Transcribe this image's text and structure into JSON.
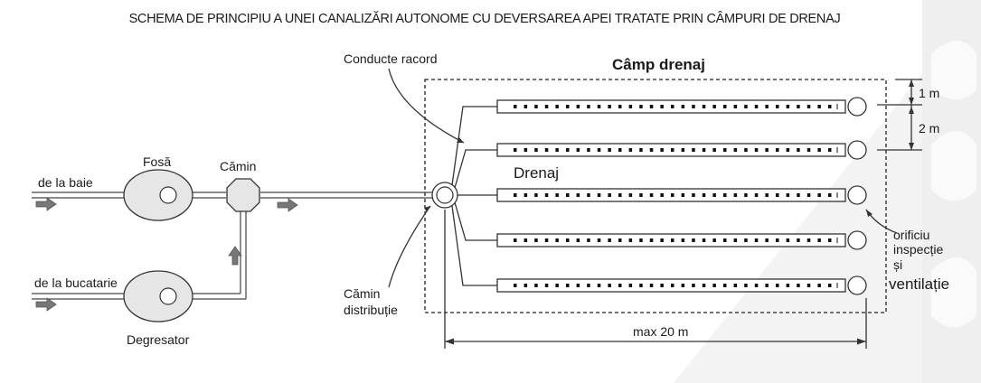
{
  "title": "SCHEMA DE PRINCIPIU A UNEI CANALIZĂRI AUTONOME CU DEVERSAREA APEI TRATATE PRIN CÂMPURI DE DRENAJ",
  "labels": {
    "from_bath": "de la baie",
    "from_kitchen": "de la bucatarie",
    "septic_tank": "Fosă",
    "manhole": "Cămin",
    "grease_trap": "Degresator",
    "connection_pipes": "Conducte racord",
    "distribution_manhole_1": "Cămin",
    "distribution_manhole_2": "distribuție",
    "drain_field": "Câmp drenaj",
    "drain": "Drenaj",
    "inspection_1": "orificiu",
    "inspection_2": "inspecție",
    "inspection_3": "și",
    "inspection_4": "ventilație",
    "dim_1m": "1 m",
    "dim_2m": "2 m",
    "dim_max": "max 20 m"
  },
  "colors": {
    "line": "#333333",
    "tank_fill": "#e6e6e6",
    "arrow_fill": "#777777",
    "watermark": "#f2f2f2"
  }
}
